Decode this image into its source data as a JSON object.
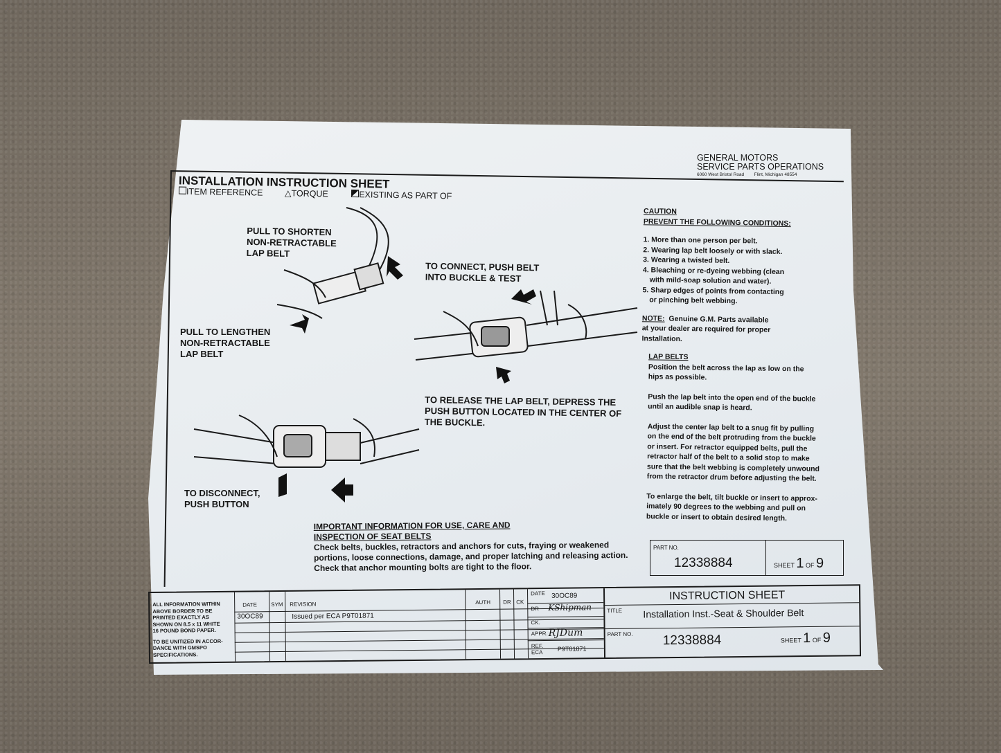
{
  "header": {
    "title": "INSTALLATION INSTRUCTION SHEET",
    "legend": [
      "ITEM REFERENCE",
      "TORQUE",
      "EXISTING AS PART OF"
    ],
    "company": [
      "GENERAL MOTORS",
      "SERVICE PARTS OPERATIONS"
    ],
    "address": "6060 West Bristol Road",
    "city": "Flint, Michigan  48554"
  },
  "illustrations": {
    "shorten": [
      "PULL TO SHORTEN",
      "NON-RETRACTABLE",
      "LAP BELT"
    ],
    "lengthen": [
      "PULL TO LENGTHEN",
      "NON-RETRACTABLE",
      "LAP BELT"
    ],
    "connect": [
      "TO CONNECT, PUSH BELT",
      "INTO BUCKLE & TEST"
    ],
    "release": [
      "TO RELEASE THE LAP BELT, DEPRESS THE",
      "PUSH BUTTON LOCATED IN THE CENTER OF",
      "THE BUCKLE."
    ],
    "disconnect": [
      "TO DISCONNECT,",
      "PUSH BUTTON"
    ]
  },
  "important": {
    "heading": [
      "IMPORTANT INFORMATION FOR USE, CARE AND",
      "INSPECTION OF SEAT BELTS"
    ],
    "lines": [
      "Check belts, buckles, retractors and anchors for cuts, fraying   or weakened",
      "portions, loose connections, damage, and proper latching and releasing action.",
      "Check that anchor mounting bolts are tight to the floor."
    ]
  },
  "caution": {
    "heading": "CAUTION",
    "subheading": "PREVENT THE FOLLOWING CONDITIONS:",
    "items": [
      "1. More than one person per belt.",
      "2. Wearing lap belt loosely or with slack.",
      "3. Wearing a twisted belt.",
      "4. Bleaching or re-dyeing webbing (clean",
      "    with mild-soap solution and water).",
      "5. Sharp edges of points from contacting",
      "    or pinching belt webbing."
    ],
    "note_label": "NOTE:",
    "note": [
      "Genuine G.M. Parts available",
      "at your dealer are required for proper",
      "Installation."
    ]
  },
  "lap_belts": {
    "heading": "LAP BELTS",
    "paragraphs": [
      [
        "Position the belt across the lap as low on the",
        "hips as possible."
      ],
      [
        "Push the lap belt into the open end of the buckle",
        "until an audible snap is heard."
      ],
      [
        "Adjust the center lap belt to a snug fit by pulling",
        "on the end of the belt protruding from the buckle",
        "or insert.  For retractor equipped belts, pull the",
        "retractor half of the belt to a solid stop to make",
        "sure that the belt webbing is completely unwound",
        "from the retractor drum before adjusting the belt."
      ],
      [
        "To enlarge the belt, tilt buckle or insert to approx-",
        "imately 90 degrees to the webbing and pull on",
        "buckle or insert to obtain desired length."
      ]
    ]
  },
  "part_box": {
    "part_label": "PART NO.",
    "part_no": "12338884",
    "sheet_label": "SHEET",
    "sheet": "1",
    "of_label": "OF",
    "of": "9"
  },
  "title_block": {
    "notes": [
      "ALL INFORMATION WITHIN",
      "ABOVE BORDER TO BE",
      "PRINTED EXACTLY AS",
      "SHOWN ON 8.5 x 11 WHITE",
      "16 POUND BOND PAPER.",
      "",
      "TO BE UNITIZED IN ACCOR-",
      "DANCE WITH GMSPO",
      "SPECIFICATIONS."
    ],
    "columns": [
      "DATE",
      "SYM",
      "REVISION",
      "AUTH",
      "DR",
      "CK"
    ],
    "row": {
      "date": "30OC89",
      "revision": "Issued per ECA P9T01871"
    },
    "date_label": "DATE",
    "date": "30OC89",
    "dr_label": "DR",
    "dr_signature": "KShipman",
    "ck_label": "CK.",
    "appr_label": "APPR.",
    "appr_signature": "RJDum",
    "ref_label": "REF. ECA",
    "ref": "P9T01871",
    "sheet_title": "INSTRUCTION SHEET",
    "title_label": "TITLE",
    "title": "Installation Inst.-Seat & Shoulder Belt",
    "part_label": "PART NO.",
    "part_no": "12338884",
    "sheet_label": "SHEET",
    "sheet": "1",
    "of_label": "OF",
    "of": "9"
  },
  "colors": {
    "paper": "#eef2f4",
    "ink": "#161616",
    "concrete": "#7a7166"
  }
}
